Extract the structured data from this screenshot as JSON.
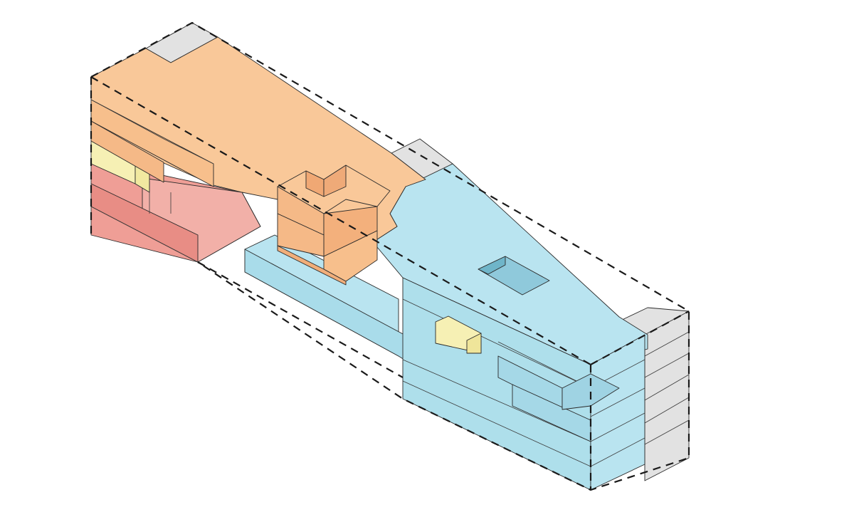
{
  "diagram": {
    "type": "isometric-massing",
    "zones": [
      {
        "name": "orange",
        "color": "#f9c899"
      },
      {
        "name": "blue",
        "color": "#b9e4f0"
      },
      {
        "name": "red",
        "color": "#ef9e96"
      },
      {
        "name": "yellow",
        "color": "#f6f0b4"
      },
      {
        "name": "grey",
        "color": "#e2e2e2"
      }
    ],
    "outline": "dashed",
    "courtyard_openings": 1,
    "floor_layers": 6
  }
}
